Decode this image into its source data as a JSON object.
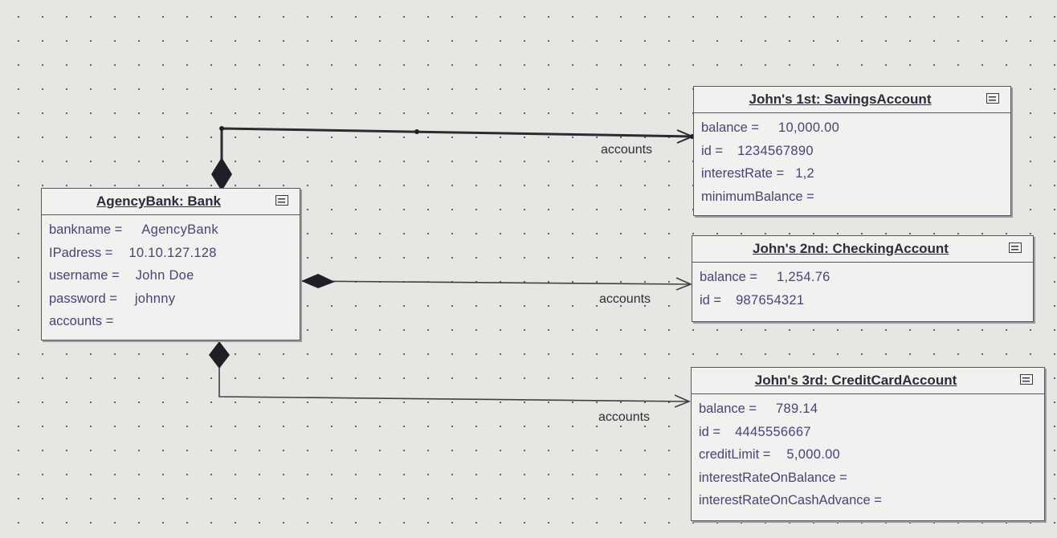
{
  "diagram": {
    "objects": {
      "bank": {
        "title": "AgencyBank: Bank",
        "attributes": [
          {
            "name": "bankname =",
            "value": "AgencyBank"
          },
          {
            "name": "IPadress =",
            "value": "10.10.127.128"
          },
          {
            "name": "username =",
            "value": "John Doe"
          },
          {
            "name": "password =",
            "value": "johnny"
          },
          {
            "name": "accounts =",
            "value": ""
          }
        ]
      },
      "savings": {
        "title": "John's 1st: SavingsAccount",
        "attributes": [
          {
            "name": "balance =",
            "value": "10,000.00"
          },
          {
            "name": "id =",
            "value": "1234567890"
          },
          {
            "name": "interestRate =",
            "value": "1,2"
          },
          {
            "name": "minimumBalance =",
            "value": ""
          }
        ]
      },
      "checking": {
        "title": "John's 2nd: CheckingAccount",
        "attributes": [
          {
            "name": "balance =",
            "value": "1,254.76"
          },
          {
            "name": "id =",
            "value": "987654321"
          }
        ]
      },
      "credit": {
        "title": "John's 3rd: CreditCardAccount",
        "attributes": [
          {
            "name": "balance =",
            "value": "789.14"
          },
          {
            "name": "id =",
            "value": "4445556667"
          },
          {
            "name": "creditLimit =",
            "value": "5,000.00"
          },
          {
            "name": "interestRateOnBalance =",
            "value": ""
          },
          {
            "name": "interestRateOnCashAdvance =",
            "value": ""
          }
        ]
      }
    },
    "links": [
      {
        "role": "accounts",
        "aggregation": "composite",
        "from": "bank",
        "to": "savings"
      },
      {
        "role": "accounts",
        "aggregation": "composite",
        "from": "bank",
        "to": "checking"
      },
      {
        "role": "accounts",
        "aggregation": "composite",
        "from": "bank",
        "to": "credit"
      }
    ],
    "colors": {
      "background": "#e6e7e2",
      "grid_dot": "#5b5d66",
      "box_fill": "#f1f1f0",
      "box_border": "#55575f",
      "title_text": "#2b2d3a",
      "attribute_text": "#4f3f77",
      "link_line": "#3e4048"
    },
    "icons": {
      "collapse": "collapse-compartment-icon",
      "composition": "filled-diamond",
      "navigation": "open-arrowhead"
    }
  }
}
